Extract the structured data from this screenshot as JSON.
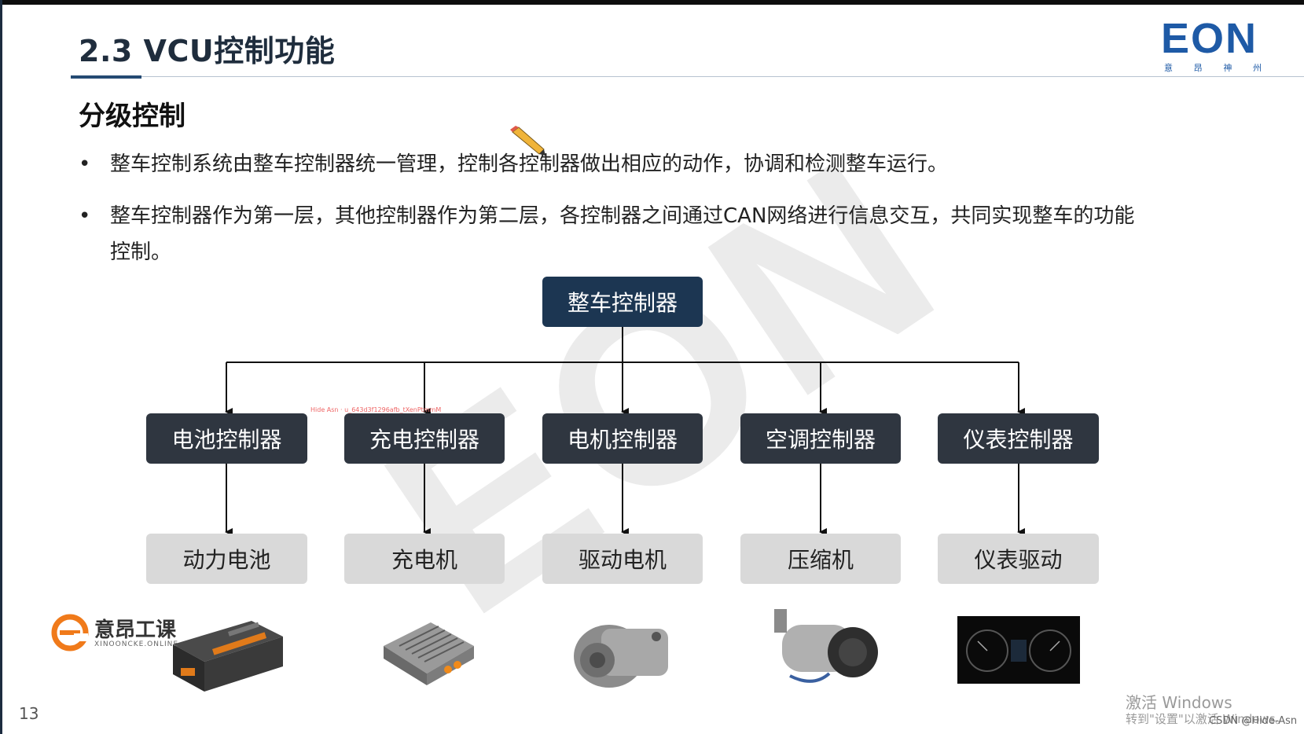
{
  "header": {
    "title": "2.3 VCU控制功能",
    "logo_text": "EON",
    "logo_sub": [
      "意",
      "昂",
      "神",
      "州"
    ]
  },
  "section": {
    "heading": "分级控制"
  },
  "bullets": [
    {
      "marker": "•",
      "lines": [
        "整车控制系统由整车控制器统一管理，控制各控制器做出相应的动作，协调和检测整车运行。"
      ]
    },
    {
      "marker": "•",
      "lines": [
        "整车控制器作为第一层，其他控制器作为第二层，各控制器之间通过CAN网络进行信息交互，共同实现整车的功能",
        "控制。"
      ]
    }
  ],
  "diagram": {
    "top": "整车控制器",
    "controllers": [
      "电池控制器",
      "充电控制器",
      "电机控制器",
      "空调控制器",
      "仪表控制器"
    ],
    "devices": [
      "动力电池",
      "充电机",
      "驱动电机",
      "压缩机",
      "仪表驱动"
    ]
  },
  "brand": {
    "name": "意昂工课",
    "sub": "XINOONCKE.ONLINE"
  },
  "footer": {
    "page_number": "13",
    "activation_title": "激活 Windows",
    "activation_text": "转到\"设置\"以激活 Windows。",
    "credit": "CSDN @Hide-Asn"
  },
  "overlay_small_text": "Hide Asn · u_643d3f1296afb_tXenPtmmM",
  "colors": {
    "top_node": "#1c3652",
    "controller_node": "#2f3640",
    "device_node": "#d9d9d9",
    "title_text": "#1f2d3d",
    "logo_blue": "#1e5aa6",
    "brand_orange": "#f07a1a"
  }
}
